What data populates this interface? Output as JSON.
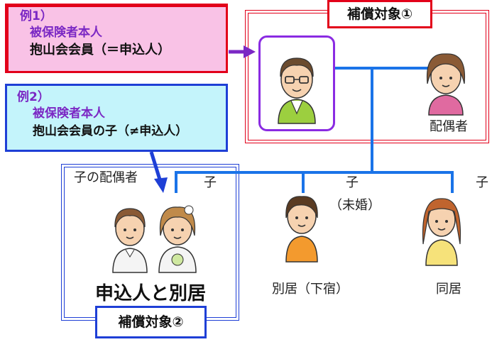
{
  "example1": {
    "title": "例1）",
    "line1": "被保険者本人",
    "line2": "抱山会会員（＝申込人）"
  },
  "example2": {
    "title": "例2）",
    "line1": "被保険者本人",
    "line2": "抱山会会員の子（≠申込人）"
  },
  "coverage1_label": "補償対象①",
  "coverage2_label": "補償対象②",
  "people": {
    "spouse_label": "配偶者",
    "child_spouse_label": "子の配偶者",
    "child_label": "子",
    "child2_label": "子",
    "child2_note": "（未婚）",
    "child3_label": "子"
  },
  "status": {
    "separate_main": "申込人と別居",
    "separate_boarding": "別居（下宿）",
    "cohabiting": "同居"
  },
  "colors": {
    "red": "#e2001a",
    "blue": "#1e3fd6",
    "purple": "#8a2be2",
    "line_blue": "#1a73e8"
  }
}
